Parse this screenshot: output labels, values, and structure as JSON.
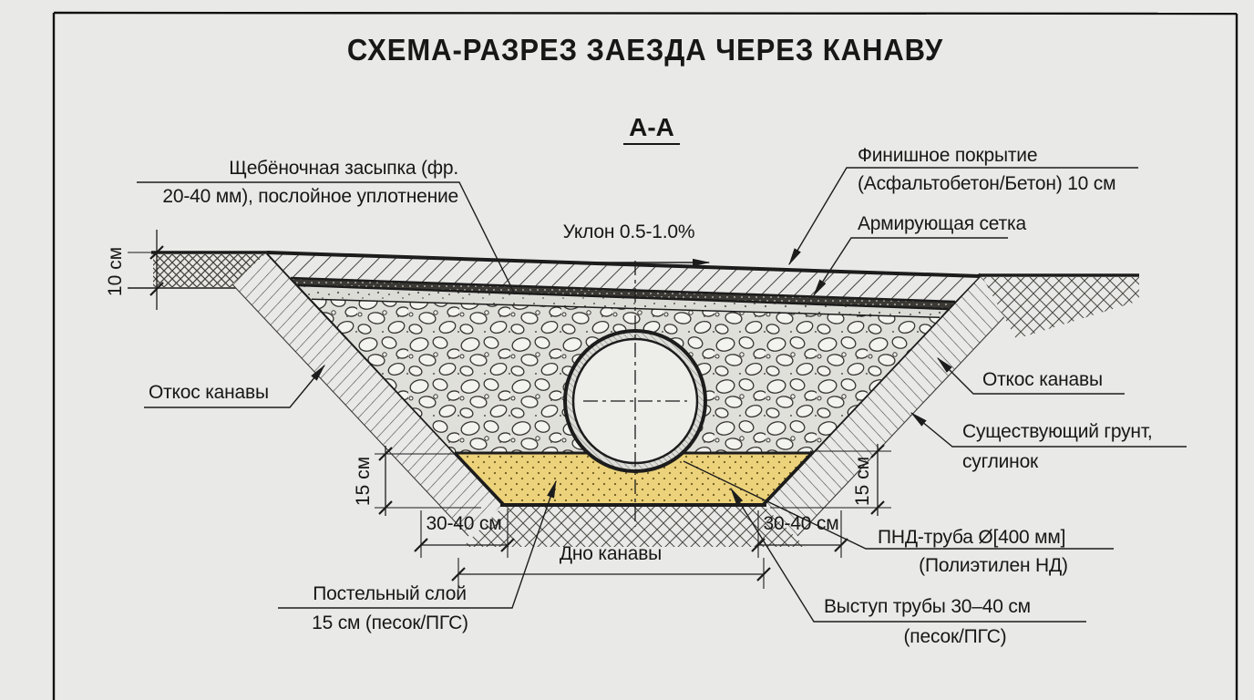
{
  "title": "СХЕМА-РАЗРЕЗ ЗАЕЗДА ЧЕРЕЗ КАНАВУ",
  "section_marker": "А-А",
  "callouts": {
    "crushed_stone": [
      "Щебёночная засыпка (фр.",
      "20-40 мм), послойное уплотнение"
    ],
    "finish_coat": [
      "Финишное покрытие",
      "(Асфальтобетон/Бетон) 10 см"
    ],
    "reinforcing_mesh": "Армирующая сетка",
    "slope_note": "Уклон 0.5-1.0%",
    "ditch_slope_left": "Откос канавы",
    "ditch_slope_right": "Откос канавы",
    "existing_soil": [
      "Существующий грунт,",
      "суглинок"
    ],
    "ditch_bottom": "Дно канавы",
    "bedding_layer": [
      "Постельный слой",
      "15 см (песок/ПГС)"
    ],
    "pipe": [
      "ПНД-труба Ø[400 мм]",
      "(Полиэтилен НД)"
    ],
    "pipe_protrusion": [
      "Выступ трубы 30–40 см",
      "(песок/ПГС)"
    ]
  },
  "dimensions": {
    "topsoil_depth": "10 см",
    "bedding_left": "15 см",
    "bedding_right": "15 см",
    "offset_left": "30-40 см",
    "offset_right": "30-40 см"
  },
  "colors": {
    "paper": "#e9e9e7",
    "line": "#1c1c1c",
    "sand": "#ecd27b",
    "mesh_band": "#3b3934"
  }
}
